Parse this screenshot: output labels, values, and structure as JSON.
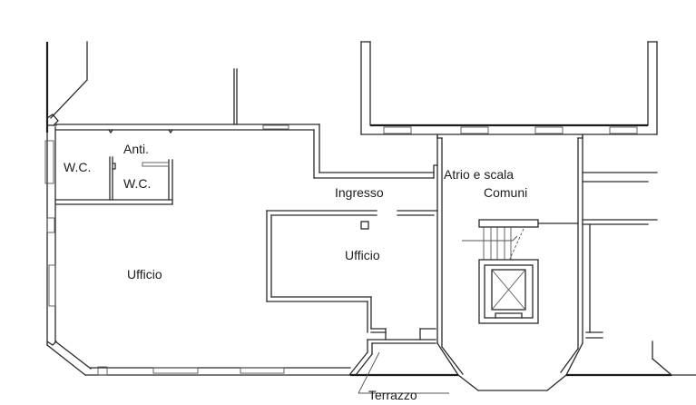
{
  "plan": {
    "background": "#ffffff",
    "line_color": "#2a2a2a",
    "rooms": [
      {
        "id": "wc1",
        "label": "W.C."
      },
      {
        "id": "anti",
        "label": "Anti."
      },
      {
        "id": "wc2",
        "label": "W.C."
      },
      {
        "id": "ingresso",
        "label": "Ingresso"
      },
      {
        "id": "ufficio_left",
        "label": "Ufficio"
      },
      {
        "id": "ufficio_center",
        "label": "Ufficio"
      },
      {
        "id": "atrio_line1",
        "label": "Atrio e scala"
      },
      {
        "id": "atrio_line2",
        "label": "Comuni"
      },
      {
        "id": "terrazzo",
        "label": "Terrazzo"
      }
    ],
    "symbols": [
      "elevator-shaft",
      "staircase",
      "column"
    ]
  }
}
